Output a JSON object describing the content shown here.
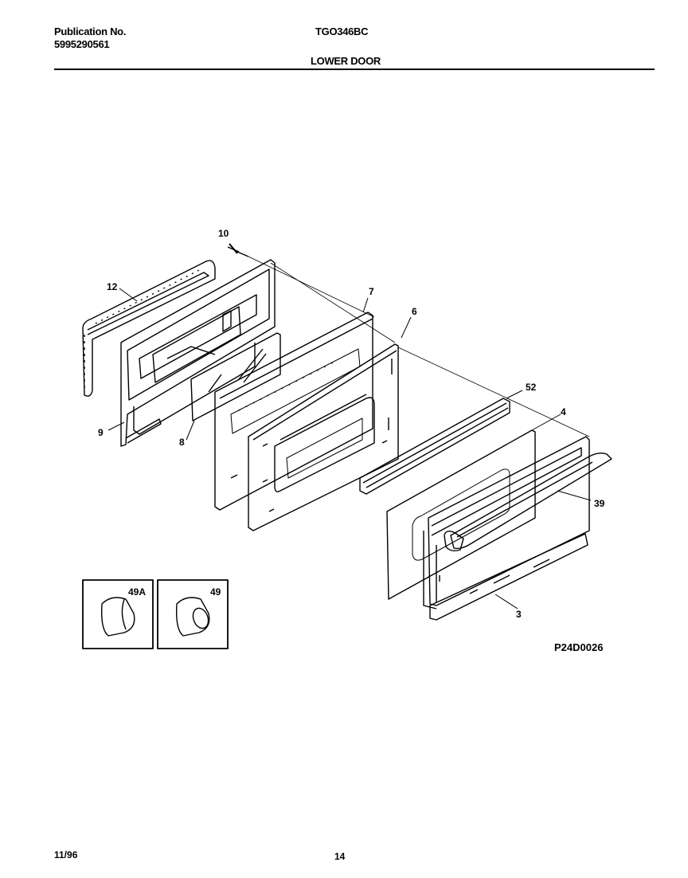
{
  "header": {
    "publication_label": "Publication No.",
    "publication_number": "5995290561",
    "model": "TGO346BC",
    "section_title": "LOWER DOOR"
  },
  "diagram": {
    "callouts": {
      "c10": "10",
      "c12": "12",
      "c7": "7",
      "c6": "6",
      "c9": "9",
      "c8": "8",
      "c52": "52",
      "c4": "4",
      "c39": "39",
      "c3": "3",
      "c49a": "49A",
      "c49": "49"
    },
    "drawing_code": "P24D0026"
  },
  "footer": {
    "date": "11/96",
    "page_number": "14"
  }
}
